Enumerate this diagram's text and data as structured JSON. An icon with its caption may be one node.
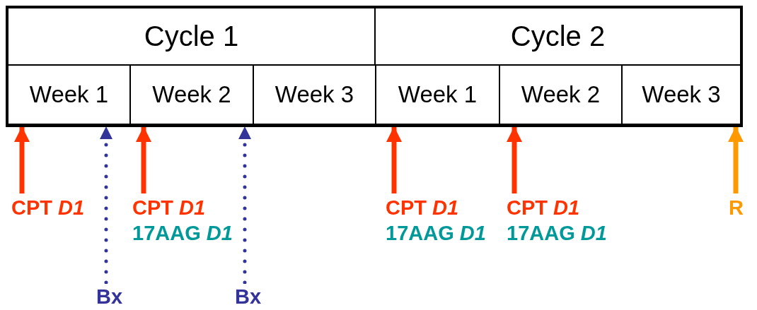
{
  "diagram": {
    "nodes": [
      {
        "text": [
          "Cycle 1"
        ]
      },
      {
        "text": [
          "Cycle 2"
        ]
      },
      {
        "text": [
          "Week 1"
        ]
      },
      {
        "text": [
          "Week 2"
        ]
      },
      {
        "text": [
          "Week 3"
        ]
      },
      {
        "text": [
          "Week 1"
        ]
      },
      {
        "text": [
          "Week 2"
        ]
      },
      {
        "text": [
          "Week 3"
        ]
      },
      {
        "text": [
          "CPT *D1*"
        ]
      },
      {
        "text": [
          "Bx"
        ]
      },
      {
        "text": [
          "CPT *D1*",
          "17AAG *D1*"
        ]
      },
      {
        "text": [
          "Bx"
        ]
      },
      {
        "text": [
          "CPT *D1*",
          "17AAG *D1*"
        ]
      },
      {
        "text": [
          "CPT *D1*",
          "17AAG *D1*"
        ]
      },
      {
        "text": [
          "R"
        ]
      }
    ],
    "edges": [
      {
        "from": 8,
        "to": 2,
        "arrow": "to"
      },
      {
        "from": 9,
        "to": 2,
        "arrow": "to",
        "style": "dashed",
        "color": "#333399"
      },
      {
        "from": 10,
        "to": 3,
        "arrow": "to"
      },
      {
        "from": 11,
        "to": 3,
        "arrow": "to",
        "style": "dashed",
        "color": "#333399"
      },
      {
        "from": 12,
        "to": 5,
        "arrow": "to"
      },
      {
        "from": 13,
        "to": 6,
        "arrow": "to"
      },
      {
        "from": 14,
        "to": 7,
        "arrow": "to",
        "color": "#ff9900"
      }
    ]
  }
}
